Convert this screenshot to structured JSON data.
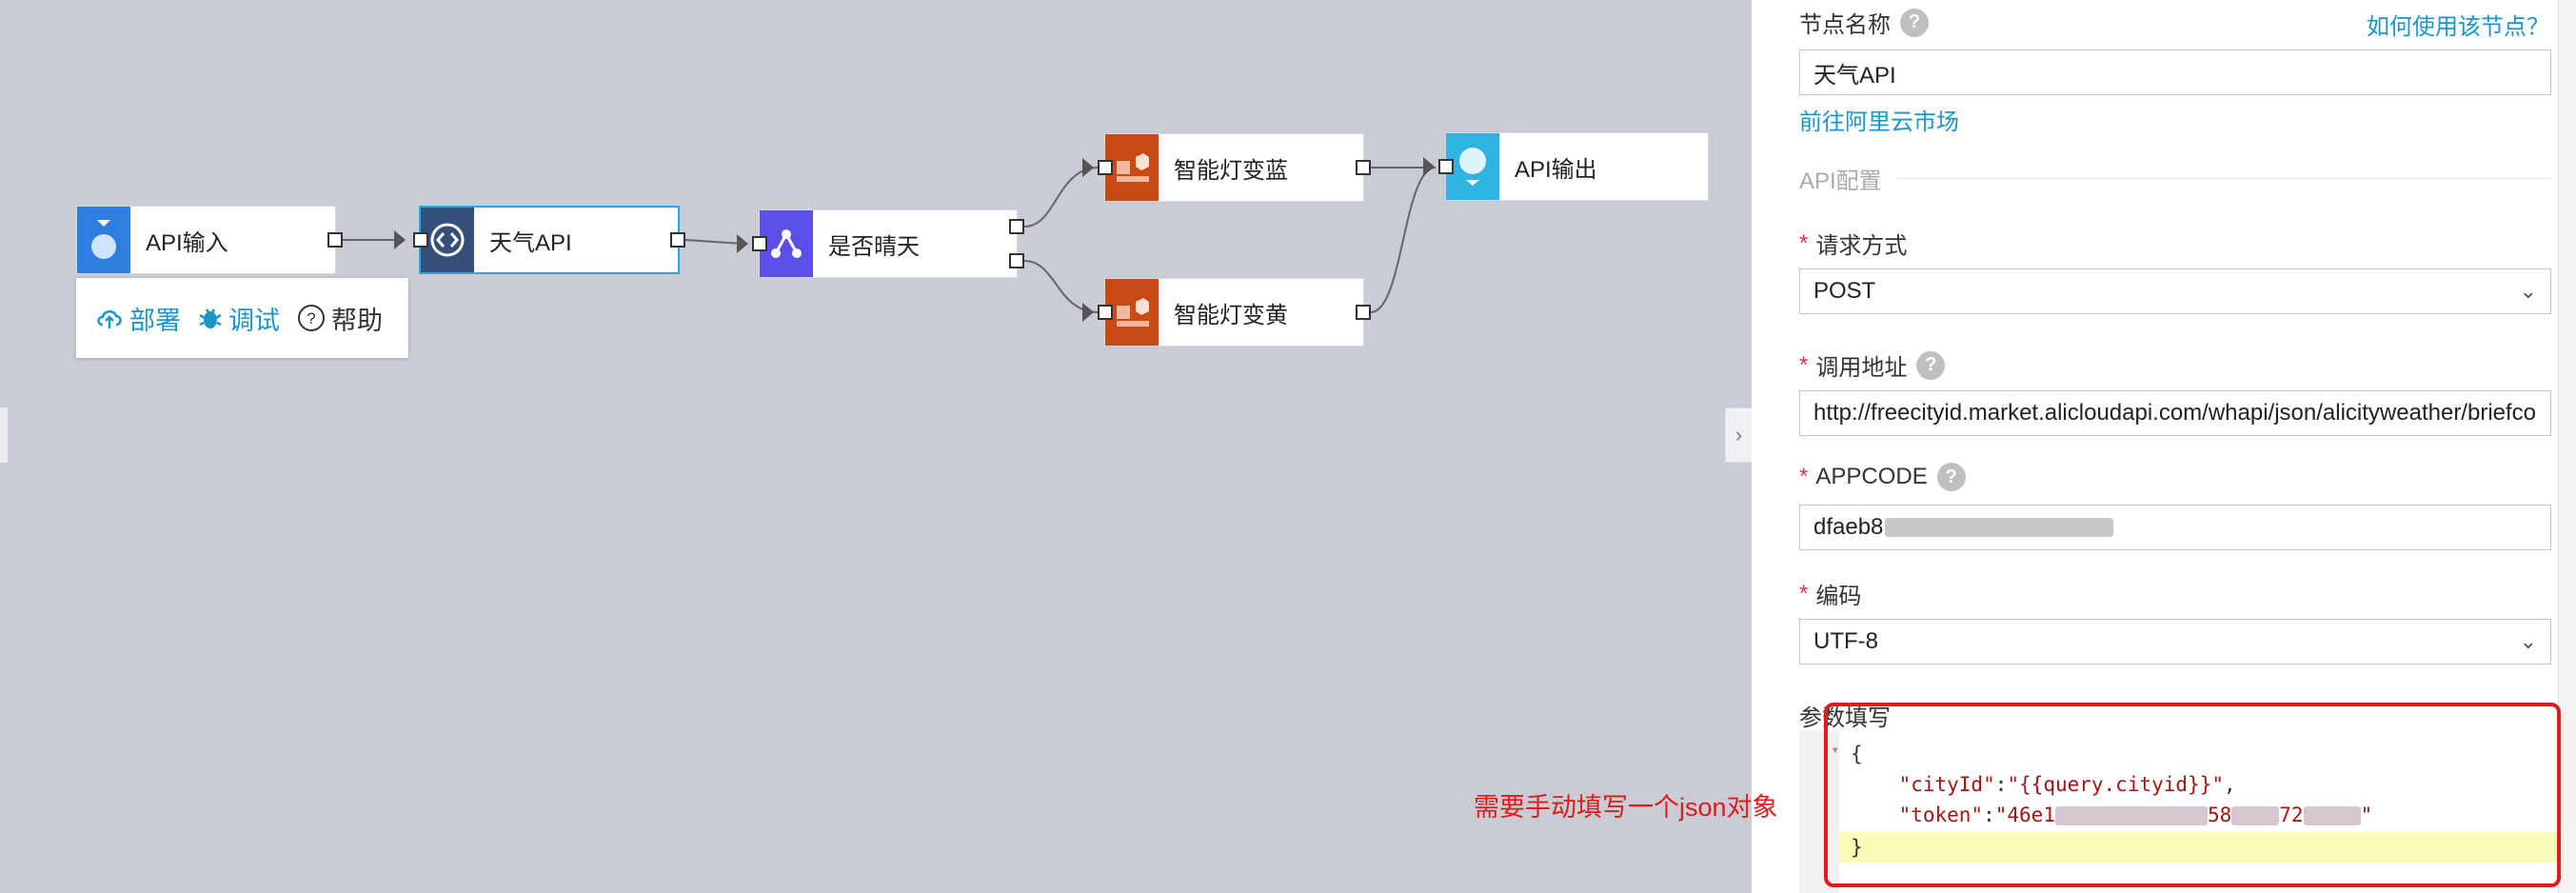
{
  "flow": {
    "nodes": {
      "api_input": {
        "label": "API输入"
      },
      "weather_api": {
        "label": "天气API"
      },
      "is_sunny": {
        "label": "是否晴天"
      },
      "light_blue": {
        "label": "智能灯变蓝"
      },
      "light_yellow": {
        "label": "智能灯变黄"
      },
      "api_output": {
        "label": "API输出"
      }
    },
    "toolbar": {
      "deploy": "部署",
      "debug": "调试",
      "help": "帮助"
    }
  },
  "panel": {
    "node_name_label": "节点名称",
    "how_to_use": "如何使用该节点？",
    "node_name_value": "天气API",
    "marketplace_link": "前往阿里云市场",
    "api_config_section": "API配置",
    "request_method_label": "请求方式",
    "request_method_value": "POST",
    "url_label": "调用地址",
    "url_value": "http://freecityid.market.alicloudapi.com/whapi/json/alicityweather/briefco",
    "appcode_label": "APPCODE",
    "appcode_visible": "dfaeb8",
    "encoding_label": "编码",
    "encoding_value": "UTF-8",
    "params_label": "参数填写",
    "code": {
      "line1": "{",
      "line2_key": "\"cityId\"",
      "line2_val": "\"{{query.cityid}}\"",
      "line3_key": "\"token\"",
      "line3_val_start": "\"46e1",
      "line3_mid": "58",
      "line3_mid2": "72",
      "line4": "}"
    }
  },
  "annotation": "需要手动填写一个json对象",
  "colors": {
    "canvas_bg": "#c9ccd4",
    "accent": "#1c95c9",
    "required": "#e0353b",
    "annotation_red": "#e21a1a"
  }
}
